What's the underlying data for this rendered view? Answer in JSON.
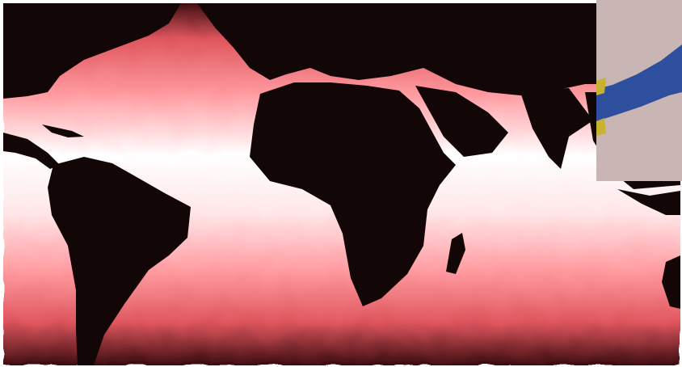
{
  "map": {
    "kind": "sea-surface-temperature-visualization",
    "colors": {
      "land": "#120606",
      "ocean_warm": "#ffffff",
      "ocean_mid": "#ff9aa0",
      "ocean_cool": "#e0565e",
      "ocean_cold": "#3a0c0f"
    },
    "regions_visible": [
      "north-america-east-coast",
      "caribbean",
      "south-america",
      "europe",
      "africa",
      "madagascar",
      "arabian-peninsula",
      "india",
      "southeast-asia",
      "australia-northwest"
    ]
  },
  "inset": {
    "kind": "satellite-photo",
    "colors": {
      "land": "#c9b6b4",
      "sea": "#2e4f9e",
      "coast_vegetation": "#c8b330"
    }
  }
}
